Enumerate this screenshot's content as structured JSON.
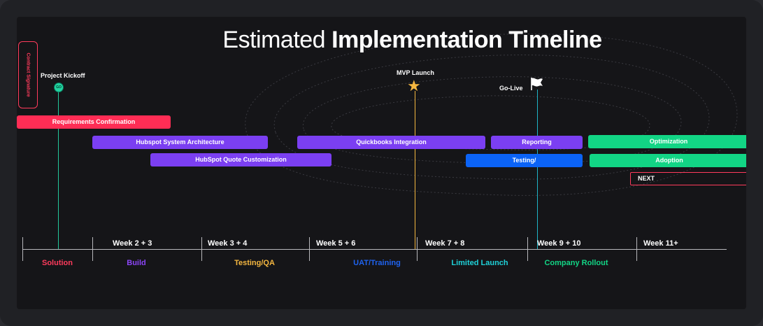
{
  "title": {
    "light": "Estimated",
    "bold": "Implementation Timeline"
  },
  "contract_label": "Contract Signature",
  "milestones": {
    "kickoff": {
      "label": "Project Kickoff",
      "badge": "GO"
    },
    "mvp": {
      "label": "MVP Launch"
    },
    "golive": {
      "label": "Go-Live"
    }
  },
  "tasks": [
    {
      "label": "Requirements Confirmation",
      "color": "#ff2d55"
    },
    {
      "label": "Hubspot System Architecture",
      "color": "#7b3ff2"
    },
    {
      "label": "HubSpot Quote Customization",
      "color": "#7b3ff2"
    },
    {
      "label": "Quickbooks Integration",
      "color": "#7b3ff2"
    },
    {
      "label": "Reporting",
      "color": "#7b3ff2"
    },
    {
      "label": "Testing/",
      "color": "#0b63f6"
    },
    {
      "label": "Optimization",
      "color": "#12d585"
    },
    {
      "label": "Adoption",
      "color": "#12d585"
    }
  ],
  "next_label": "NEXT",
  "weeks": [
    "Week 2 + 3",
    "Week 3 + 4",
    "Week 5 + 6",
    "Week 7 + 8",
    "Week 9 + 10",
    "Week 11+"
  ],
  "phases": [
    {
      "label": "Solution",
      "color": "#ff3b5c"
    },
    {
      "label": "Build",
      "color": "#8b45f5"
    },
    {
      "label": "Testing/QA",
      "color": "#f5b740"
    },
    {
      "label": "UAT/Training",
      "color": "#1f63f0"
    },
    {
      "label": "Limited Launch",
      "color": "#1fd1d8"
    },
    {
      "label": "Company Rollout",
      "color": "#12d585"
    }
  ],
  "colors": {
    "kickoff_line": "#22c79b",
    "mvp_line": "#f5b740",
    "golive_line": "#1fb5c8"
  }
}
